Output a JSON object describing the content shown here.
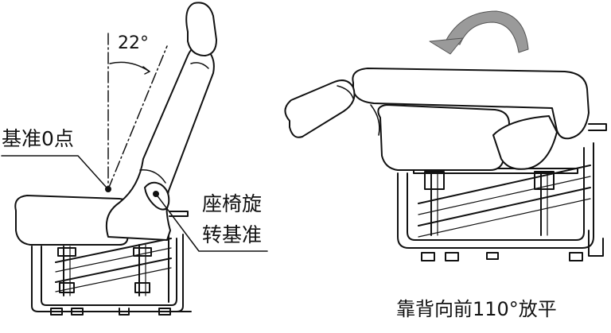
{
  "left_figure": {
    "recline_angle": "22°",
    "reference_zero_label": "基准0点",
    "rotation_reference_label_line1": "座椅旋",
    "rotation_reference_label_line2": "转基准"
  },
  "right_figure": {
    "caption": "靠背向前110°放平"
  },
  "colors": {
    "line": "#111111",
    "fill": "#ffffff",
    "arrow": "#9a9a9a"
  }
}
